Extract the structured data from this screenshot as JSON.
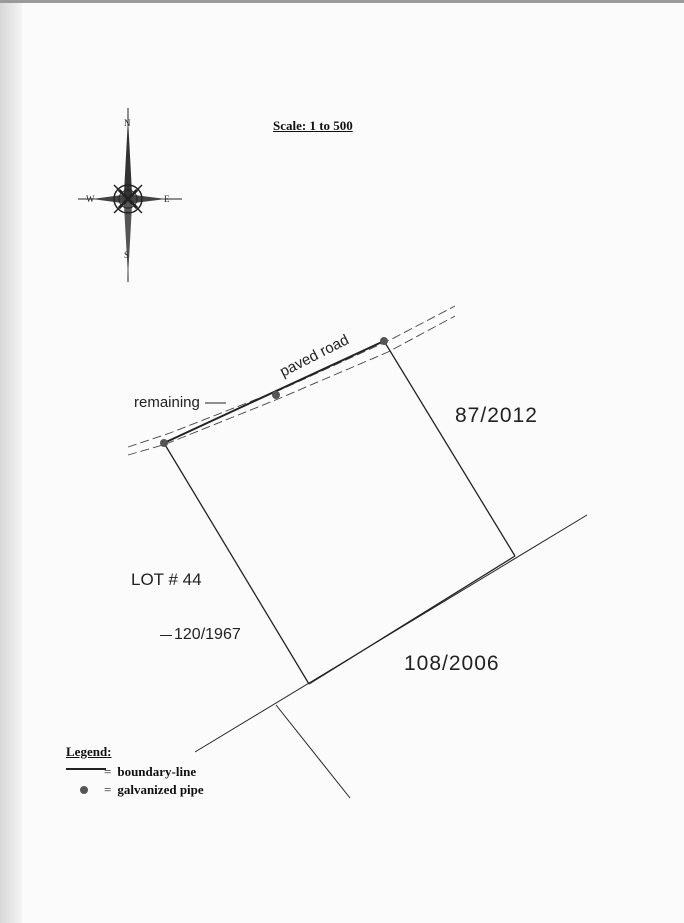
{
  "scale_label": "Scale: 1 to 500",
  "compass": {
    "north": "N",
    "south": "S",
    "east": "E",
    "west": "W"
  },
  "road": {
    "paved_label": "paved road",
    "remaining_label": "remaining"
  },
  "parcels": {
    "north_east": "87/2012",
    "lot": "LOT # 44",
    "west": "120/1967",
    "south": "108/2006"
  },
  "legend": {
    "title": "Legend:",
    "items": [
      {
        "symbol": "line",
        "eq": "=",
        "label": "boundary-line"
      },
      {
        "symbol": "dot",
        "eq": "=",
        "label": "galvanized pipe"
      }
    ]
  }
}
